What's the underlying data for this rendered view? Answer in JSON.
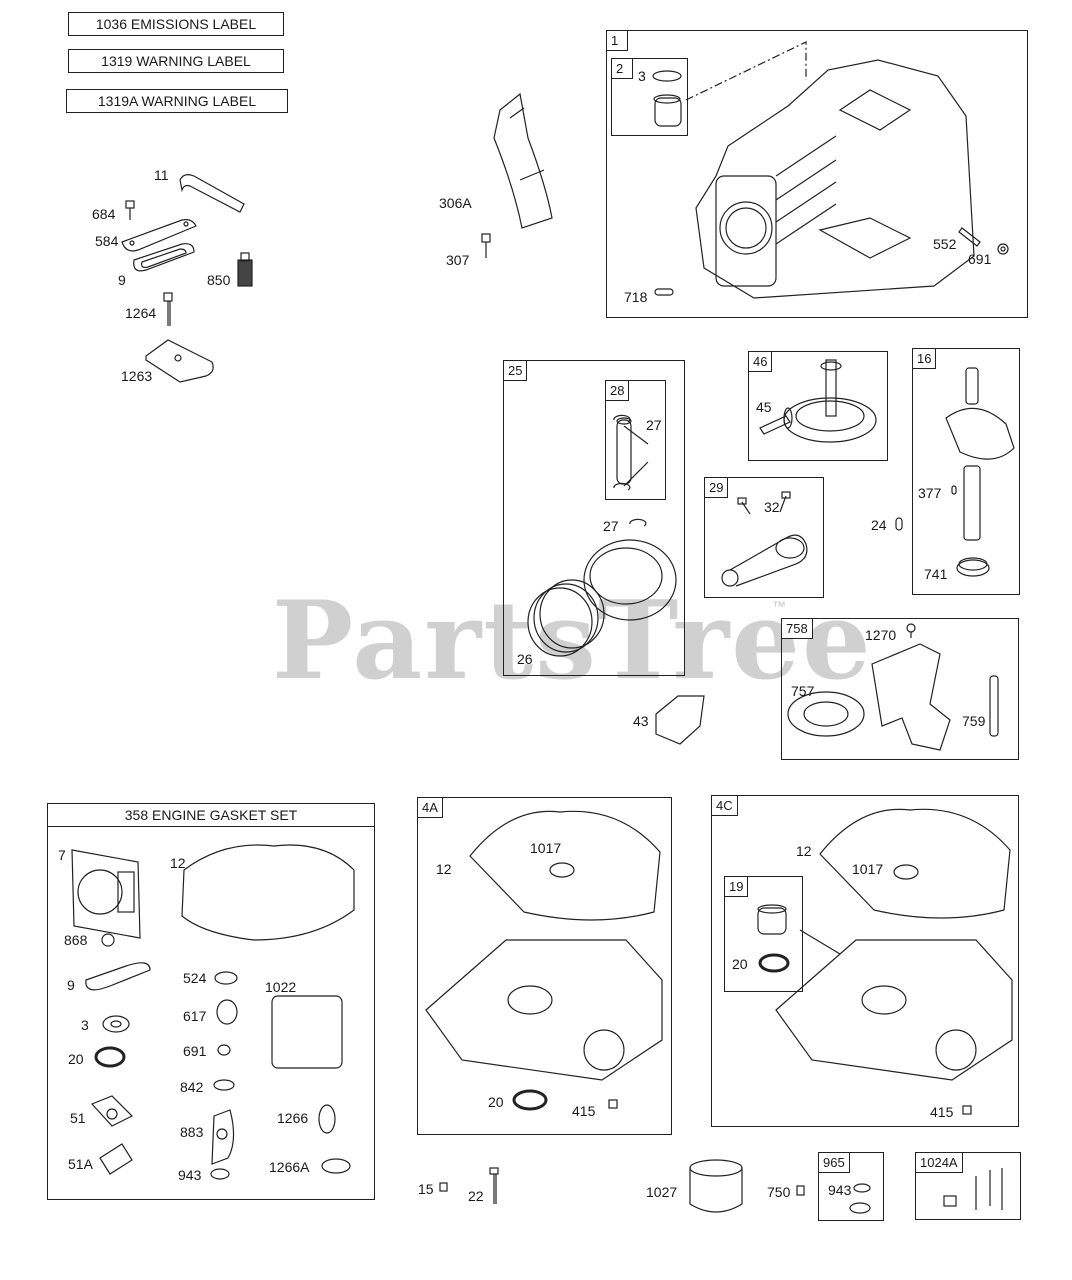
{
  "labels_top": [
    "1036 EMISSIONS LABEL",
    "1319 WARNING LABEL",
    "1319A WARNING LABEL"
  ],
  "watermark": "PartsTree",
  "watermark_tm": "™",
  "callouts": {
    "c684": "684",
    "c11": "11",
    "c584": "584",
    "c9a": "9",
    "c850": "850",
    "c1264": "1264",
    "c1263": "1263",
    "c306a": "306A",
    "c307": "307",
    "c3a": "3",
    "c552": "552",
    "c691a": "691",
    "c718": "718",
    "c27a": "27",
    "c27b": "27",
    "c26": "26",
    "c45": "45",
    "c32": "32",
    "c24": "24",
    "c377": "377",
    "c741": "741",
    "c1270": "1270",
    "c757": "757",
    "c759": "759",
    "c43": "43",
    "g7": "7",
    "g12": "12",
    "g868": "868",
    "g9": "9",
    "g524": "524",
    "g1022": "1022",
    "g617": "617",
    "g3": "3",
    "g691": "691",
    "g20": "20",
    "g842": "842",
    "g51": "51",
    "g883": "883",
    "g1266": "1266",
    "g51a": "51A",
    "g943": "943",
    "g1266a": "1266A",
    "a12": "12",
    "a1017": "1017",
    "a20": "20",
    "a415": "415",
    "b12": "12",
    "b1017": "1017",
    "b20": "20",
    "b415": "415",
    "c15": "15",
    "c22": "22",
    "c1027": "1027",
    "c750": "750",
    "c943": "943"
  },
  "panels": {
    "p1": "1",
    "p2": "2",
    "p25": "25",
    "p28": "28",
    "p46": "46",
    "p16": "16",
    "p29": "29",
    "p758": "758",
    "p4a": "4A",
    "p4c": "4C",
    "p19": "19",
    "p965": "965",
    "p1024a": "1024A"
  },
  "gasket_set_title": "358 ENGINE GASKET SET"
}
